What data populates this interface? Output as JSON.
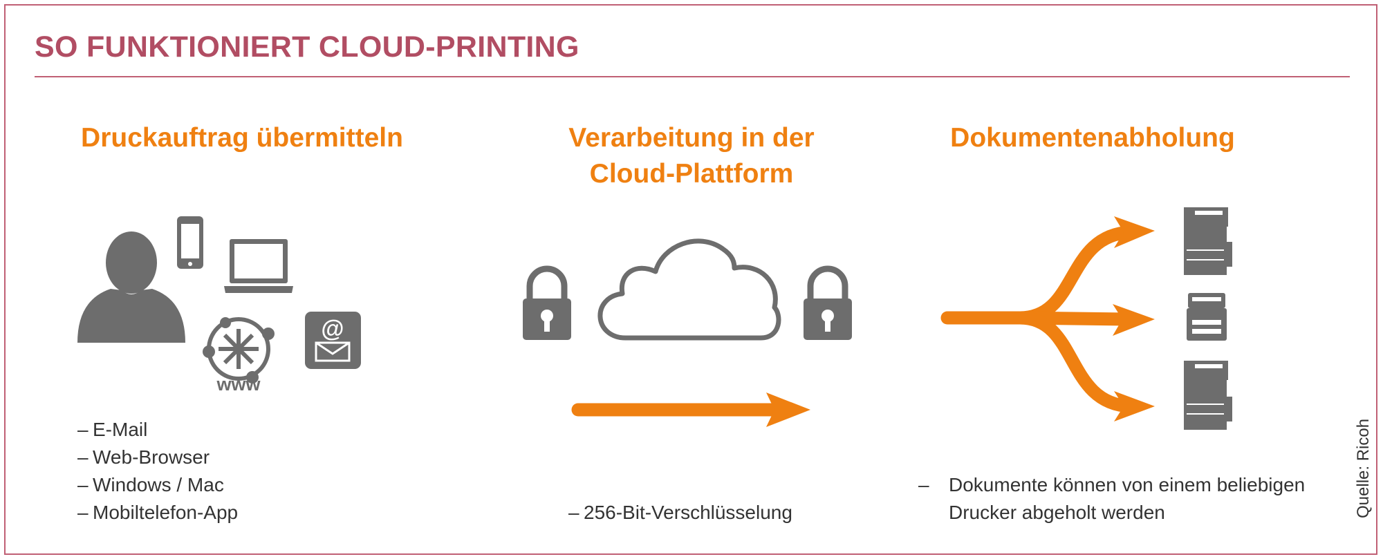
{
  "title": "SO FUNKTIONIERT CLOUD-PRINTING",
  "columns": [
    {
      "heading": "Druckauftrag übermitteln",
      "items": [
        "E-Mail",
        "Web-Browser",
        "Windows / Mac",
        "Mobiltelefon-App"
      ],
      "icons": [
        "user-icon",
        "smartphone-icon",
        "laptop-icon",
        "web-network-icon",
        "email-icon"
      ],
      "www_label": "www",
      "email_symbol": "@"
    },
    {
      "heading_line1": "Verarbeitung in der",
      "heading_line2": "Cloud-Plattform",
      "items": [
        "256-Bit-Verschlüsselung"
      ],
      "icons": [
        "lock-icon",
        "cloud-icon",
        "lock-icon",
        "arrow-right-icon"
      ]
    },
    {
      "heading": "Dokumentenabholung",
      "items": [
        "Dokumente können von einem beliebigen Drucker abgeholt werden"
      ],
      "icons": [
        "branching-arrows-icon",
        "printer-icon",
        "printer-icon",
        "printer-icon"
      ]
    }
  ],
  "source": "Quelle: Ricoh",
  "dash": "–",
  "colors": {
    "frame": "#c05f74",
    "title": "#b14d63",
    "accent": "#ef8011",
    "icon": "#6d6d6d",
    "text": "#333333"
  }
}
